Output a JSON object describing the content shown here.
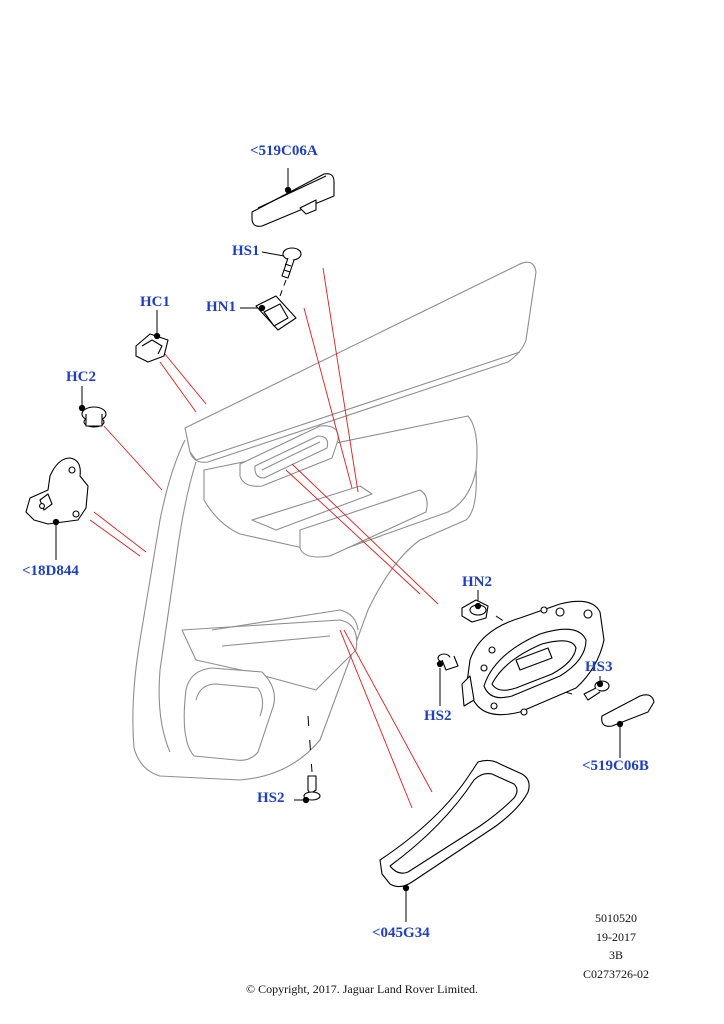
{
  "callouts": {
    "c519C06A": "<519C06A",
    "hs1": "HS1",
    "hn1": "HN1",
    "hc1": "HC1",
    "hc2": "HC2",
    "c18D844": "<18D844",
    "hn2": "HN2",
    "hs3": "HS3",
    "hs2_right": "HS2",
    "c519C06B": "<519C06B",
    "hs2_bottom": "HS2",
    "c045G34": "<045G34"
  },
  "reference": {
    "number": "5010520",
    "date_code": "19-2017",
    "revision": "3B",
    "illustration_id": "C0273726-02"
  },
  "copyright": "© Copyright, 2017. Jaguar Land Rover Limited.",
  "colors": {
    "callout_text": "#1f3fbf",
    "leader_red": "#d42020",
    "outline": "#8a8a8a",
    "part_line": "#000000"
  }
}
